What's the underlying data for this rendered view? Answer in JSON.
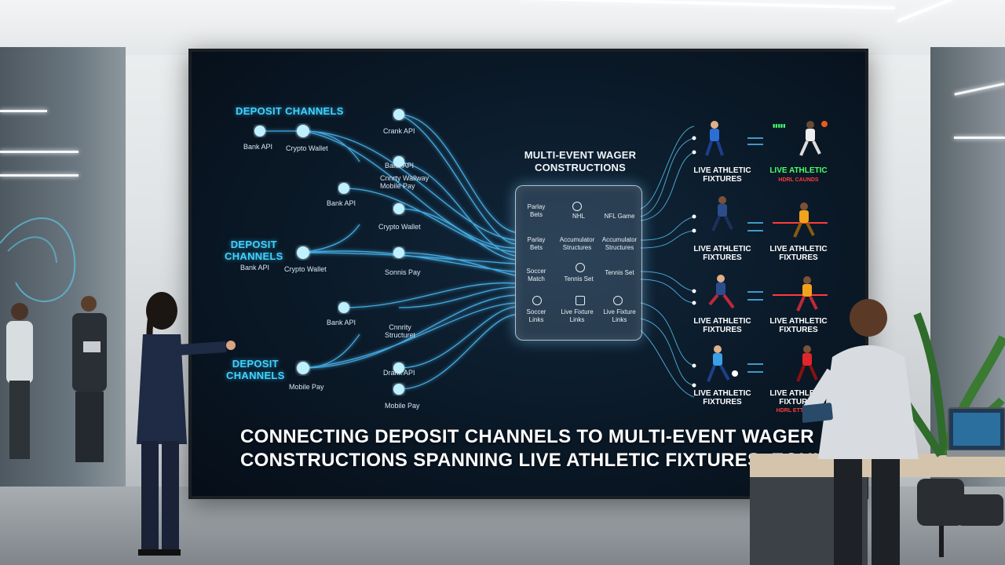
{
  "screen": {
    "deposit_heading_top": "DEPOSIT CHANNELS",
    "deposit_heading_mid": "DEPOSIT\nCHANNELS",
    "deposit_heading_bottom": "DEPOSIT\nCHANNELS",
    "channel_labels": {
      "bank_api_1": "Bank API",
      "crypto_wallet_1": "Crypto Wallet",
      "crank_api": "Crank API",
      "bank_api_2": "Bank API",
      "mobile_pay_1": "Cnnrty Wallway\nMobile Pay",
      "bank_api_3": "Bank API",
      "crypto_wallet_2": "Crypto Wallet",
      "bank_api_4": "Bank API",
      "crypto_wallet_3": "Crypto Wallet",
      "sonnis_pay": "Sonnis Pay",
      "bank_api_5": "Bank API",
      "cnnrity_structuret": "Cnnrity\nStructuret",
      "drank_api": "Drank API",
      "mobile_pay_2": "Mobile Pay",
      "mobile_pay_3": "Mobile Pay"
    },
    "hub_title": "MULTI-EVENT WAGER\nCONSTRUCTIONS",
    "hub_cells": [
      {
        "label": "Parlay\nBets"
      },
      {
        "label": "NHL"
      },
      {
        "label": "NFL Game"
      },
      {
        "label": "Parlay\nBets"
      },
      {
        "label": "Accumulator\nStructures"
      },
      {
        "label": "Accumulator\nStructures"
      },
      {
        "label": "Soccer\nMatch"
      },
      {
        "label": "Tennis Set"
      },
      {
        "label": "Tennis Set"
      },
      {
        "label": "Soccer\nLinks"
      },
      {
        "label": "Live Fixture\nLinks"
      },
      {
        "label": "Live Fixture\nLinks"
      }
    ],
    "fixtures_white": "LIVE ATHLETIC\nFIXTURES",
    "fixtures_green": "LIVE ATHLETIC",
    "fixtures_red_1": "HDRL CAUNDS",
    "fixtures_mixed": "LIVE ATHLETIC\nFIXTURES",
    "fixtures_red_2": "HDRL ETT BARD",
    "caption_line1": "CONNECTING DEPOSIT CHANNELS TO MULTI-EVENT WAGER",
    "caption_line2": "CONSTRUCTIONS SPANNING LIVE ATHLETIC FIXTURES, EQUIEG"
  },
  "colors": {
    "glow_blue": "#3fd3ff",
    "fixture_green": "#4cff6a",
    "fixture_red": "#ff3b3b",
    "screen_bg": "#0a1826"
  }
}
